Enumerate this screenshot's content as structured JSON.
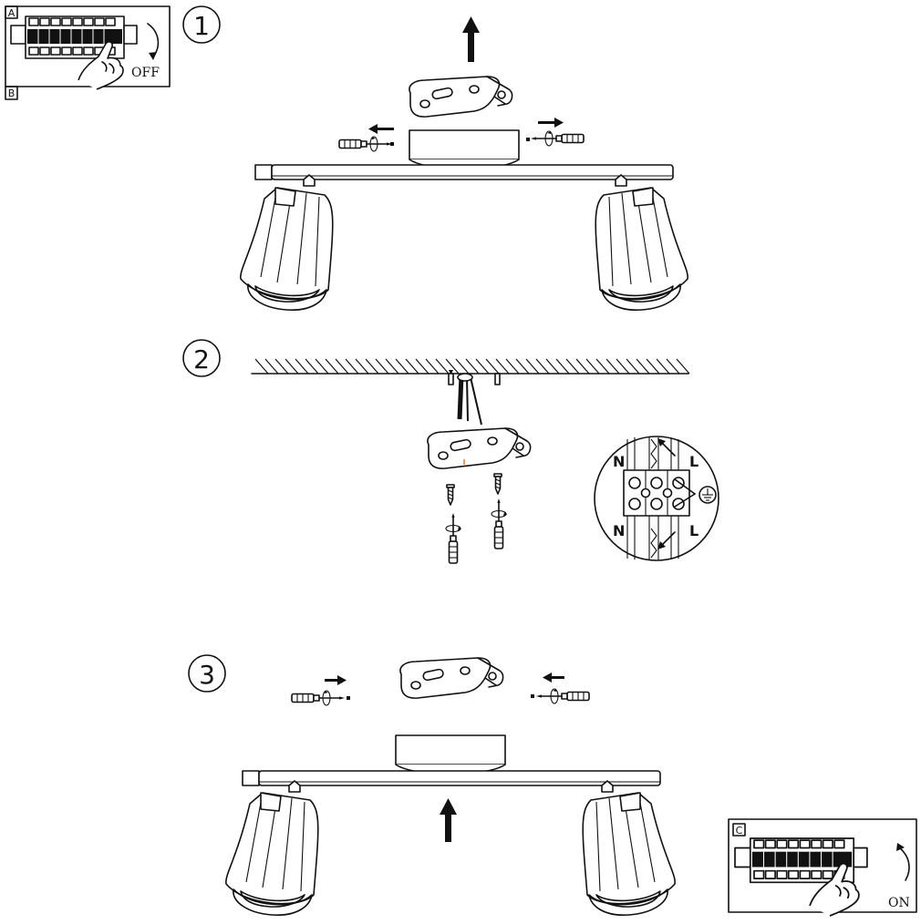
{
  "steps": {
    "step1": "1",
    "step2": "2",
    "step3": "3"
  },
  "breaker_off": {
    "panel_label_top": "A",
    "panel_label_bottom": "B",
    "state": "OFF"
  },
  "breaker_on": {
    "panel_label": "C",
    "state": "ON"
  },
  "wiring": {
    "neutral_top": "N",
    "neutral_bottom": "N",
    "live_top": "L",
    "live_bottom": "L",
    "earth_symbol": "earth-ground-icon"
  },
  "icons": {
    "arrow": "arrow-icon",
    "screwdriver": "screwdriver-icon",
    "screw": "screw-icon",
    "bracket": "mounting-bracket-icon",
    "spotlight": "spotlight-icon",
    "ceiling": "ceiling-hatch-icon",
    "hand": "hand-icon"
  },
  "colors": {
    "line": "#111111",
    "background": "#ffffff"
  }
}
